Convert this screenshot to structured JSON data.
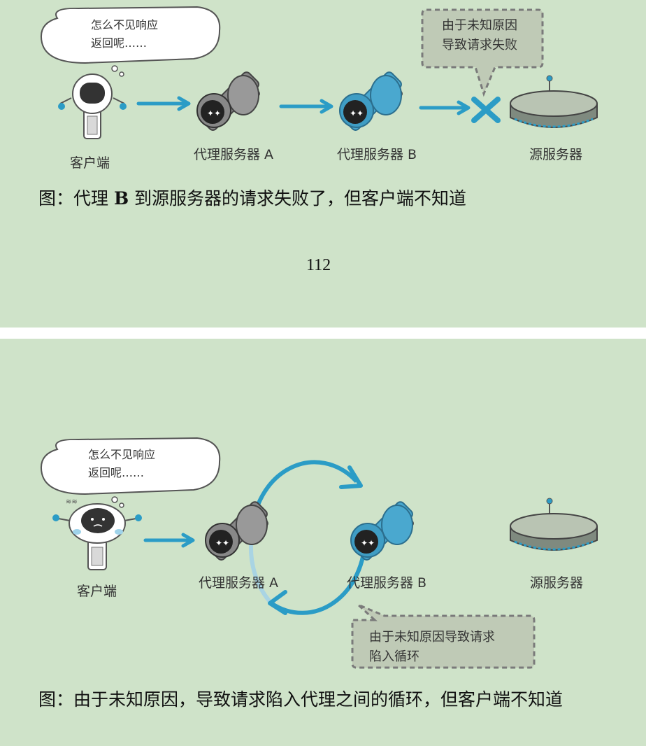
{
  "page1": {
    "thought_line1": "怎么不见响应",
    "thought_line2": "返回呢……",
    "note_line1": "由于未知原因",
    "note_line2": "导致请求失败",
    "client_label": "客户端",
    "proxy_a_label": "代理服务器 A",
    "proxy_b_label": "代理服务器 B",
    "origin_label": "源服务器",
    "caption_prefix": "图：代理 ",
    "caption_bold": "B",
    "caption_suffix": " 到源服务器的请求失败了，但客户端不知道",
    "page_number": "112"
  },
  "page2": {
    "thought_line1": "怎么不见响应",
    "thought_line2": "返回呢……",
    "note_line1": "由于未知原因导致请求",
    "note_line2": "陷入循环",
    "client_label": "客户端",
    "proxy_a_label": "代理服务器 A",
    "proxy_b_label": "代理服务器 B",
    "origin_label": "源服务器",
    "caption": "图：由于未知原因，导致请求陷入代理之间的循环，但客户端不知道"
  },
  "colors": {
    "background": "#cfe3c9",
    "accent": "#2b9cc6",
    "note": "#bfcab6"
  }
}
